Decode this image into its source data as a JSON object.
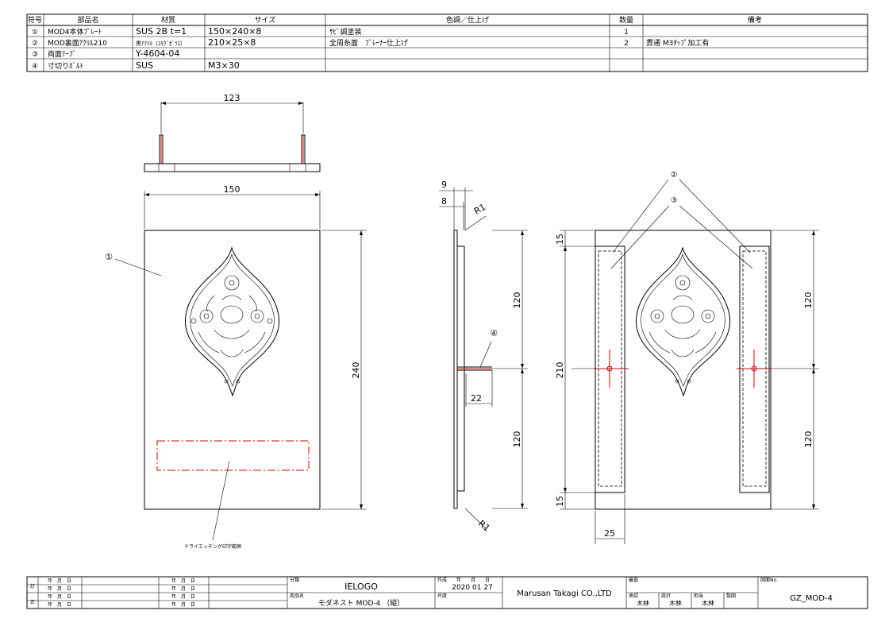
{
  "parts_table": {
    "headers": [
      "符号",
      "部品名",
      "材質",
      "サイズ",
      "色調／仕上げ",
      "数量",
      "備考"
    ],
    "rows": [
      [
        "①",
        "MOD4本体ﾌﾟﾚｰﾄ",
        "SUS 2B t=1",
        "150×240×8",
        "ｻﾋﾞ調塗装",
        "1",
        ""
      ],
      [
        "②",
        "MOD裏面ｱｸﾘﾙ210",
        "黒ｱｸﾘﾙ（ｽﾓｸﾞｶﾞﾗｽ）",
        "210×25×8",
        "全周糸面　ﾌﾟﾚｰﾅｰ仕上げ",
        "2",
        "貫通 M3ﾀｯﾌﾟ加工有"
      ],
      [
        "③",
        "両面ﾃｰﾌﾟ",
        "Y-4604-04",
        "",
        "",
        "",
        ""
      ],
      [
        "④",
        "寸切りﾎﾞﾙﾄ",
        "SUS",
        "M3×30",
        "",
        "",
        ""
      ]
    ]
  },
  "drawing": {
    "dim_top_width": "123",
    "dim_front_width": "150",
    "dim_front_height": "240",
    "dim_side_9": "9",
    "dim_side_8": "8",
    "dim_r1_top": "R1",
    "dim_r1_bottom": "R1",
    "dim_side_upper": "120",
    "dim_side_lower": "120",
    "dim_bolt_22": "22",
    "dim_rear_15_top": "15",
    "dim_rear_15_bottom": "15",
    "dim_rear_210": "210",
    "dim_rear_upper": "120",
    "dim_rear_lower": "120",
    "dim_rear_25": "25",
    "callout_1": "①",
    "callout_2": "②",
    "callout_3": "③",
    "callout_4": "④",
    "etching_label": "ドライエッチング印字範囲"
  },
  "title_block": {
    "date_unit": "年　月　日",
    "rev_mark_1": "訂",
    "rev_mark_2": "正",
    "category_label": "分類",
    "category_value": "IELOGO",
    "product_label": "商品名",
    "product_value": "モダネスト MOD-4 （縦）",
    "created_label": "作成　　年　　月　　日",
    "created_value": "2020  01  27",
    "scale_label": "尺度",
    "company": "Marusan Takagi CO.,LTD",
    "check_label": "審査",
    "approve_label": "承認",
    "design_label": "設計",
    "drafter_label": "担当",
    "drawing_label": "製図",
    "approve_name": "木林",
    "design_name": "木林",
    "drafter_name": "木林",
    "drawing_no_label": "図面No.",
    "drawing_no": "GZ_MOD-4"
  }
}
